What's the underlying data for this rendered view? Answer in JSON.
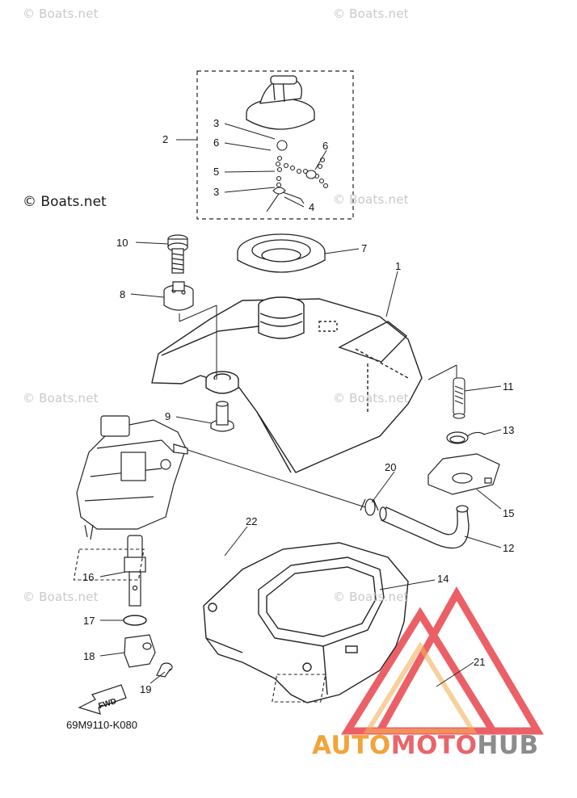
{
  "watermarks": {
    "main": "© Boats.net",
    "faint": "© Boats.net"
  },
  "diagram": {
    "code": "69M9110-K080",
    "fwd": "FWD",
    "callouts": {
      "c1": "1",
      "c2": "2",
      "c3a": "3",
      "c3b": "3",
      "c4": "4",
      "c5": "5",
      "c6a": "6",
      "c6b": "6",
      "c7": "7",
      "c8": "8",
      "c9": "9",
      "c10": "10",
      "c11": "11",
      "c12": "12",
      "c13": "13",
      "c14": "14",
      "c15": "15",
      "c16": "16",
      "c17": "17",
      "c18": "18",
      "c19": "19",
      "c20": "20",
      "c21": "21",
      "c22": "22"
    }
  },
  "brand": {
    "part1": "AUTO",
    "part2": "MOTO",
    "part3": "HUB",
    "color_auto": "#f2a33a",
    "color_moto": "#e8656a",
    "color_hub": "#8c8c8c",
    "logo_color": "#e8454c"
  }
}
